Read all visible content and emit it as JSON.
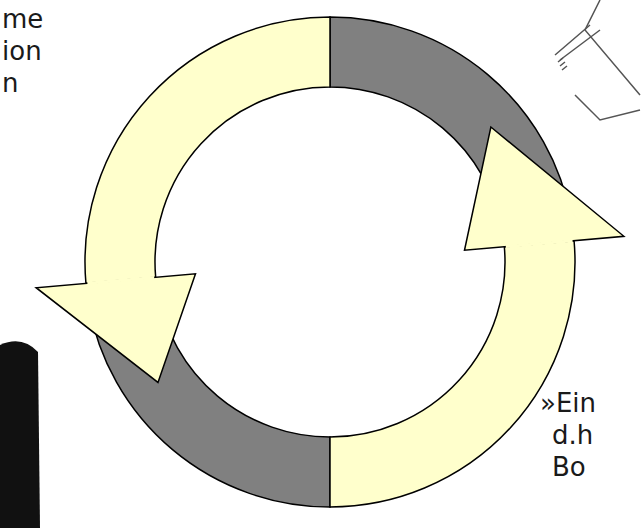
{
  "diagram": {
    "labels": [
      "me",
      "ion",
      "n",
      "»Ein",
      "d.h",
      "Bo"
    ]
  }
}
